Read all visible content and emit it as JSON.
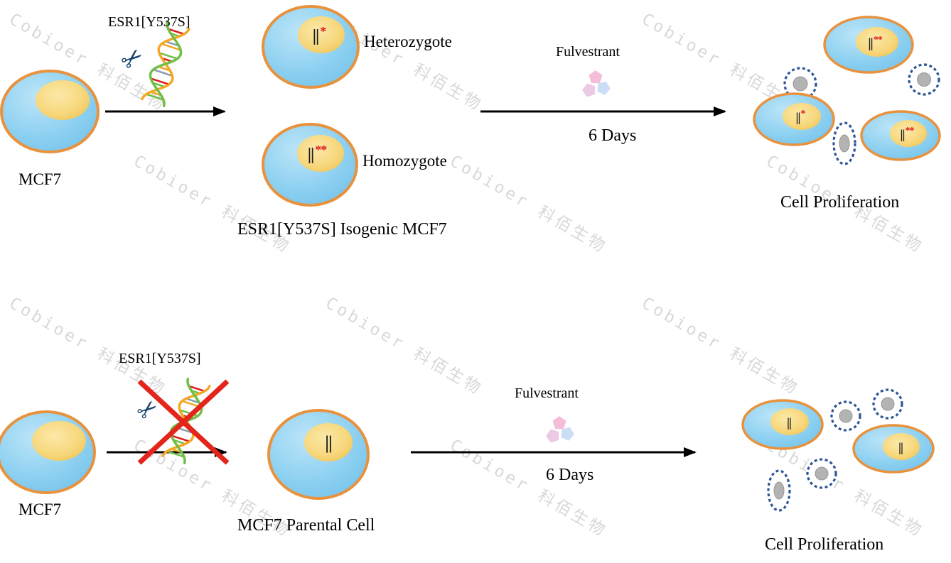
{
  "watermark": {
    "text": "Cobioer  科佰生物"
  },
  "icons": {
    "scissors": "✂"
  },
  "marks": {
    "bars": "||",
    "mut_one": "*",
    "mut_two": "**"
  },
  "top_panel": {
    "mcf7_label": "MCF7",
    "edit_label": "ESR1[Y537S]",
    "heterozygote_label": "Heterozygote",
    "homozygote_label": "Homozygote",
    "isogenic_label": "ESR1[Y537S] Isogenic MCF7",
    "drug_label": "Fulvestrant",
    "duration_label": "6 Days",
    "result_label": "Cell Proliferation"
  },
  "bottom_panel": {
    "mcf7_label": "MCF7",
    "edit_label": "ESR1[Y537S]",
    "parental_label": "MCF7 Parental Cell",
    "drug_label": "Fulvestrant",
    "duration_label": "6 Days",
    "result_label": "Cell Proliferation"
  },
  "colors": {
    "cell_membrane": "#E8923E",
    "cell_body": "#86CBEE",
    "nucleus": "#F6D475",
    "dead_cell_border": "#2D5496",
    "dead_nucleus": "#B3B3B3",
    "mutation_mark": "#E0181B",
    "arrow": "#000000",
    "dna_strand_1": "#F5A623",
    "dna_strand_2": "#6FBF44",
    "cross_out": "#E3251C"
  }
}
